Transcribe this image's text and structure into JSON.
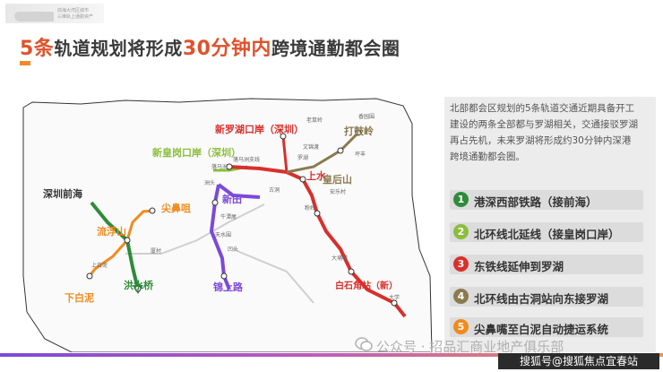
{
  "header": {
    "logo_line1": "前海大湾区城市",
    "logo_line2": "三维轨上通勤资产",
    "title_part1": "5条",
    "title_part2": "轨道规划将形成",
    "title_part3": "30分钟内",
    "title_part4": "跨境通勤都会圈"
  },
  "description": {
    "lines": [
      "北部都会区规划的5条轨道交通近期具备开工",
      "建设的两条全部都与罗湖相关，交通接驳罗湖",
      "再占先机，未来罗湖将形成约30分钟内深港",
      "跨境通勤都会圈。"
    ]
  },
  "routes": [
    {
      "num": "1",
      "label": "港深西部铁路（接前海）",
      "color": "#2e8b3a"
    },
    {
      "num": "2",
      "label": "北环线北延线（接皇岗口岸）",
      "color": "#8cbd3e"
    },
    {
      "num": "3",
      "label": "东铁线延伸到罗湖",
      "color": "#d8302c"
    },
    {
      "num": "4",
      "label": "北环线由古洞站向东接罗湖",
      "color": "#8a7a4e"
    },
    {
      "num": "5",
      "label": "尖鼻嘴至白泥自动捷运系统",
      "color": "#f28a1c"
    }
  ],
  "map": {
    "labels": {
      "shenzhen_qianhai": "深圳前海",
      "xin_luohu_kouan": "新罗湖口岸（深圳）",
      "xin_huanggang_kouan": "新皇岗口岸（深圳）",
      "jianbizui": "尖鼻咀",
      "liufushan": "流浮山",
      "hongshuiqiao": "洪水桥",
      "xiabaini": "下白泥",
      "shangbaini": "上白泥",
      "xintian": "新田",
      "jinshanglu": "锦上路",
      "shangshui": "上水",
      "huanghoushan": "皇后山",
      "dajinling": "打鼓岭",
      "baishijiao": "白石角站（新）",
      "laogangling": "老鼠岭",
      "xianggangyuan": "香园围",
      "wenjinying": "文锦渡",
      "luohu": "罗湖",
      "pingqian": "坪丰",
      "luomaqiao": "落马洲",
      "luomazhou_branch": "落马洲支线",
      "gudong": "古洞",
      "zhoutou": "洲头",
      "niutanwei": "牛潭尾",
      "aotou": "凹头",
      "yuancun": "厦村",
      "tianshui": "天水围",
      "fenling": "粉岭",
      "anle": "安乐村",
      "dapu": "大埔墟",
      "daxue": "大学"
    }
  },
  "watermark": {
    "main": "公众号 · 招品汇商业地产俱乐部",
    "caption": "搜狐号@搜狐焦点宜春站"
  },
  "colors": {
    "accent_orange": "#e0522b",
    "route_red": "#d8302c",
    "route_purple": "#7b4ad8",
    "route_green": "#2e8b3a",
    "route_lightgreen": "#8cbd3e",
    "route_orange": "#f28a1c"
  }
}
